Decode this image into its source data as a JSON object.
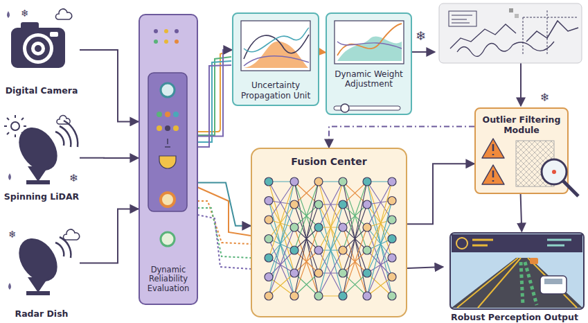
{
  "diagram": {
    "nodes": [
      {
        "text": [
          "Digital Camera"
        ]
      },
      {
        "text": [
          "Spinning LiDAR"
        ]
      },
      {
        "text": [
          "Radar Dish"
        ]
      },
      {
        "text": [
          "Dynamic Reliability Evaluation"
        ]
      },
      {
        "text": [
          "Uncertainty Propagation Unit"
        ]
      },
      {
        "text": [
          "Dynamic Weight Adjustment"
        ]
      },
      {
        "text": [
          "Fusion Center"
        ]
      },
      {
        "text": [
          "Outlier Filtering Module"
        ]
      },
      {
        "text": [
          "Robust Perception Output"
        ]
      }
    ],
    "edges": [
      {
        "from": 0,
        "to": 3,
        "arrow": "to"
      },
      {
        "from": 1,
        "to": 3,
        "arrow": "to"
      },
      {
        "from": 2,
        "to": 3,
        "arrow": "to"
      },
      {
        "from": 3,
        "to": 4,
        "arrow": "to"
      },
      {
        "from": 4,
        "to": 5,
        "arrow": "to"
      },
      {
        "from": 3,
        "to": 6,
        "arrow": "to"
      },
      {
        "from": 7,
        "to": 6,
        "arrow": "to"
      },
      {
        "from": 6,
        "to": 7,
        "arrow": "to"
      },
      {
        "from": 6,
        "to": 8,
        "arrow": "to"
      },
      {
        "from": 7,
        "to": 8,
        "arrow": "to"
      }
    ]
  }
}
